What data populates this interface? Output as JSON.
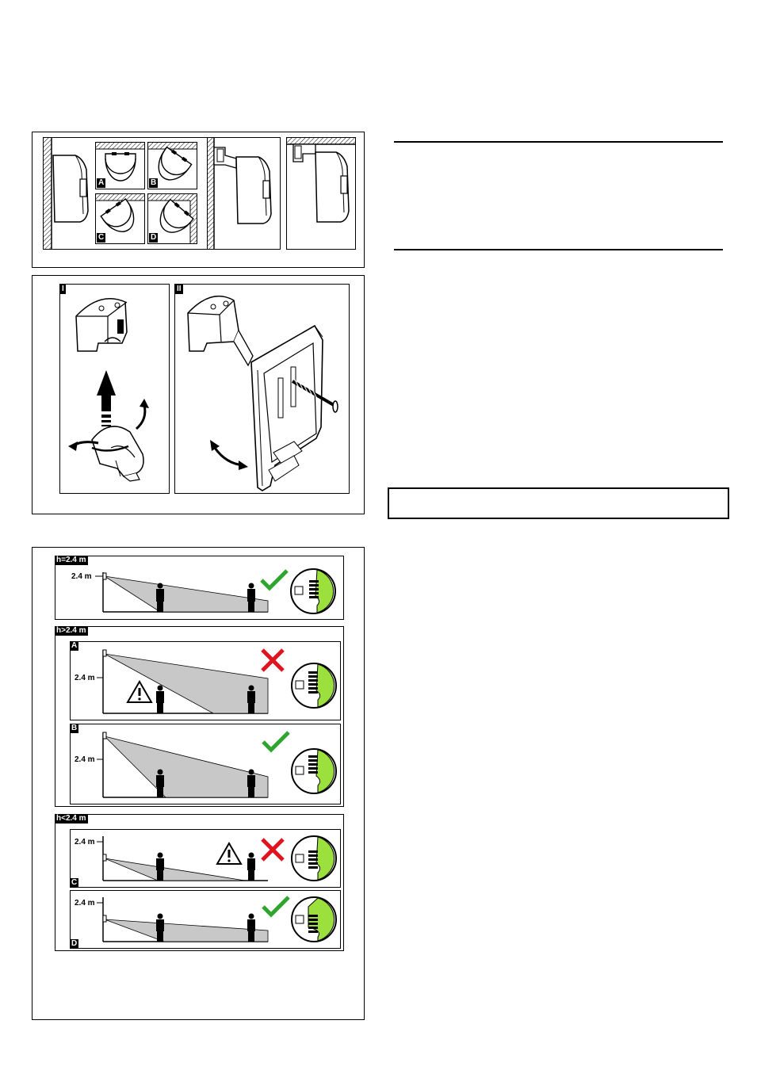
{
  "figure_mounting": {
    "sub_labels": [
      "A",
      "B",
      "C",
      "D"
    ]
  },
  "figure_bracket": {
    "step_labels": [
      "I",
      "II"
    ]
  },
  "figure_height": {
    "sections": [
      {
        "header": "h=2.4 m",
        "height_mark": "2.4 m",
        "result": "ok"
      },
      {
        "header": "h>2.4 m",
        "panels": [
          {
            "label": "A",
            "height_mark": "2.4 m",
            "result": "wrong",
            "warning": true
          },
          {
            "label": "B",
            "height_mark": "2.4 m",
            "result": "ok",
            "warning": false
          }
        ]
      },
      {
        "header": "h<2.4 m",
        "panels": [
          {
            "label": "C",
            "height_mark": "2.4 m",
            "result": "wrong",
            "warning": true
          },
          {
            "label": "D",
            "height_mark": "2.4 m",
            "result": "ok",
            "warning": false
          }
        ]
      }
    ]
  },
  "colors": {
    "check": "#2fa52f",
    "cross": "#e0141e",
    "lens_green": "#9be03c",
    "beam_grey": "#c8c8c8"
  }
}
